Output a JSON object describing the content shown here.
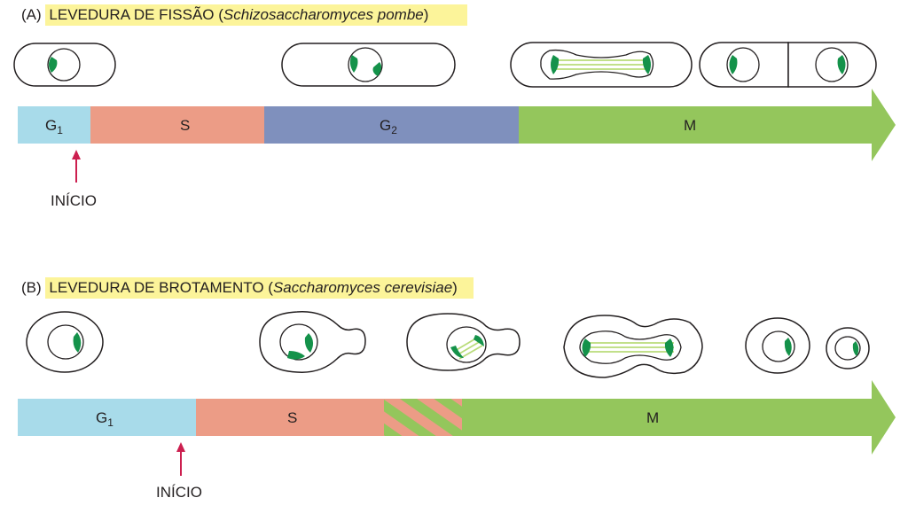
{
  "panel_a": {
    "letter": "(A)",
    "title": "LEVEDURA DE FISSÃO",
    "species_open": " (",
    "species": "Schizosaccharomyces pombe",
    "species_close": ")",
    "phases": {
      "g1": "G",
      "g1_sub": "1",
      "s": "S",
      "g2": "G",
      "g2_sub": "2",
      "m": "M"
    },
    "start_label": "INÍCIO"
  },
  "panel_b": {
    "letter": "(B)",
    "title": "LEVEDURA DE BROTAMENTO",
    "species_open": " (",
    "species": "Saccharomyces cerevisiae",
    "species_close": ")",
    "phases": {
      "g1": "G",
      "g1_sub": "1",
      "s": "S",
      "m": "M"
    },
    "start_label": "INÍCIO"
  },
  "colors": {
    "g1": "#a8dbea",
    "s": "#ec9c86",
    "g2": "#7f90bd",
    "m": "#94c65c",
    "nucleus": "#14924a",
    "spindle": "#b9dc7a",
    "start_arrow": "#cc1f4f",
    "highlight": "#fcf49a"
  }
}
